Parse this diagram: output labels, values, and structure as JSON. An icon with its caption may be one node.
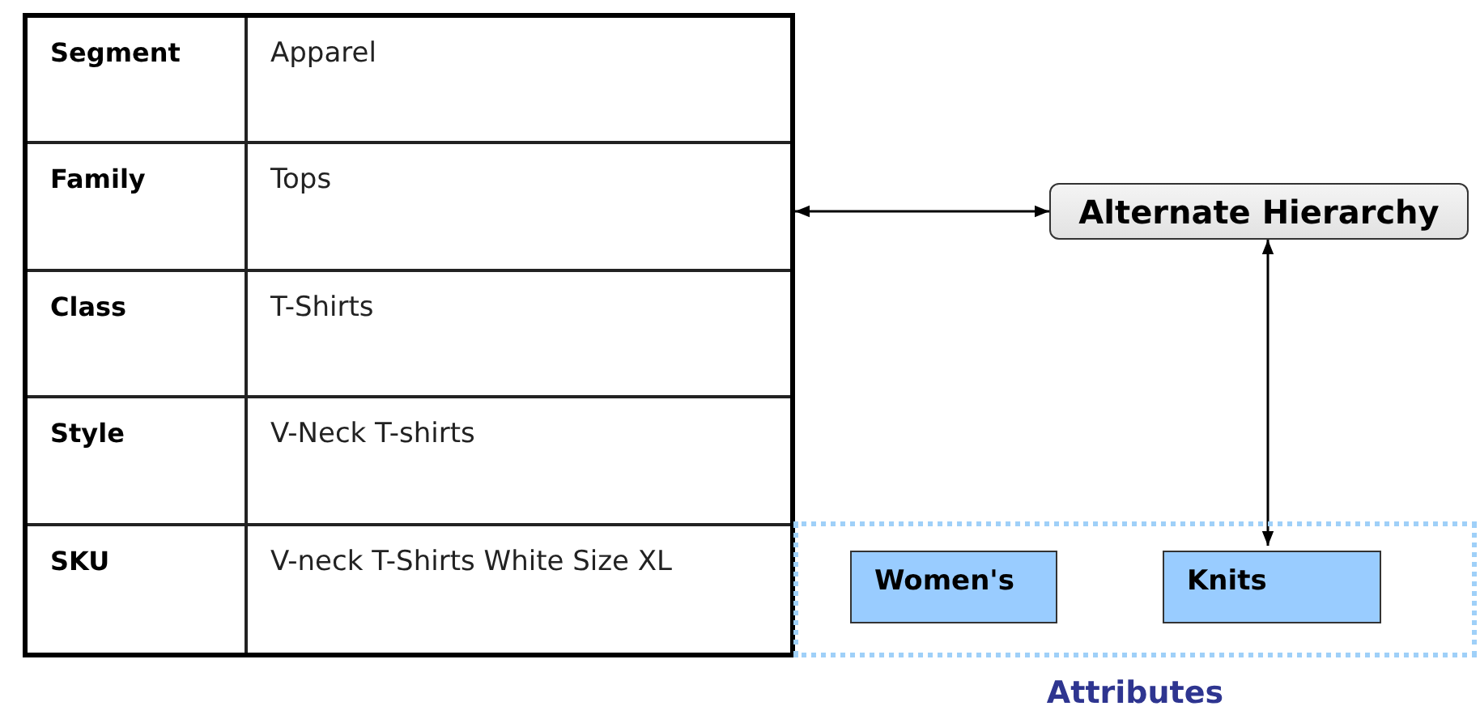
{
  "diagram": {
    "nodes": [
      {
        "text": [],
        "shape": "box"
      },
      {
        "text": [
          "Alternate Hierarchy"
        ]
      },
      {
        "text": [
          "Attributes"
        ]
      },
      {
        "text": [
          "Women's"
        ],
        "in": 2
      },
      {
        "text": [
          "Knits"
        ],
        "in": 2
      }
    ],
    "edges": [
      {
        "from": 0,
        "to": 1,
        "arrow": "both"
      },
      {
        "from": 1,
        "to": 4,
        "arrow": "both"
      }
    ],
    "labels": [
      "Segment",
      "Apparel",
      "Family",
      "Tops",
      "Class",
      "T-Shirts",
      "Style",
      "V-Neck T-shirts",
      "SKU",
      "V-neck T-Shirts White Size XL"
    ]
  }
}
